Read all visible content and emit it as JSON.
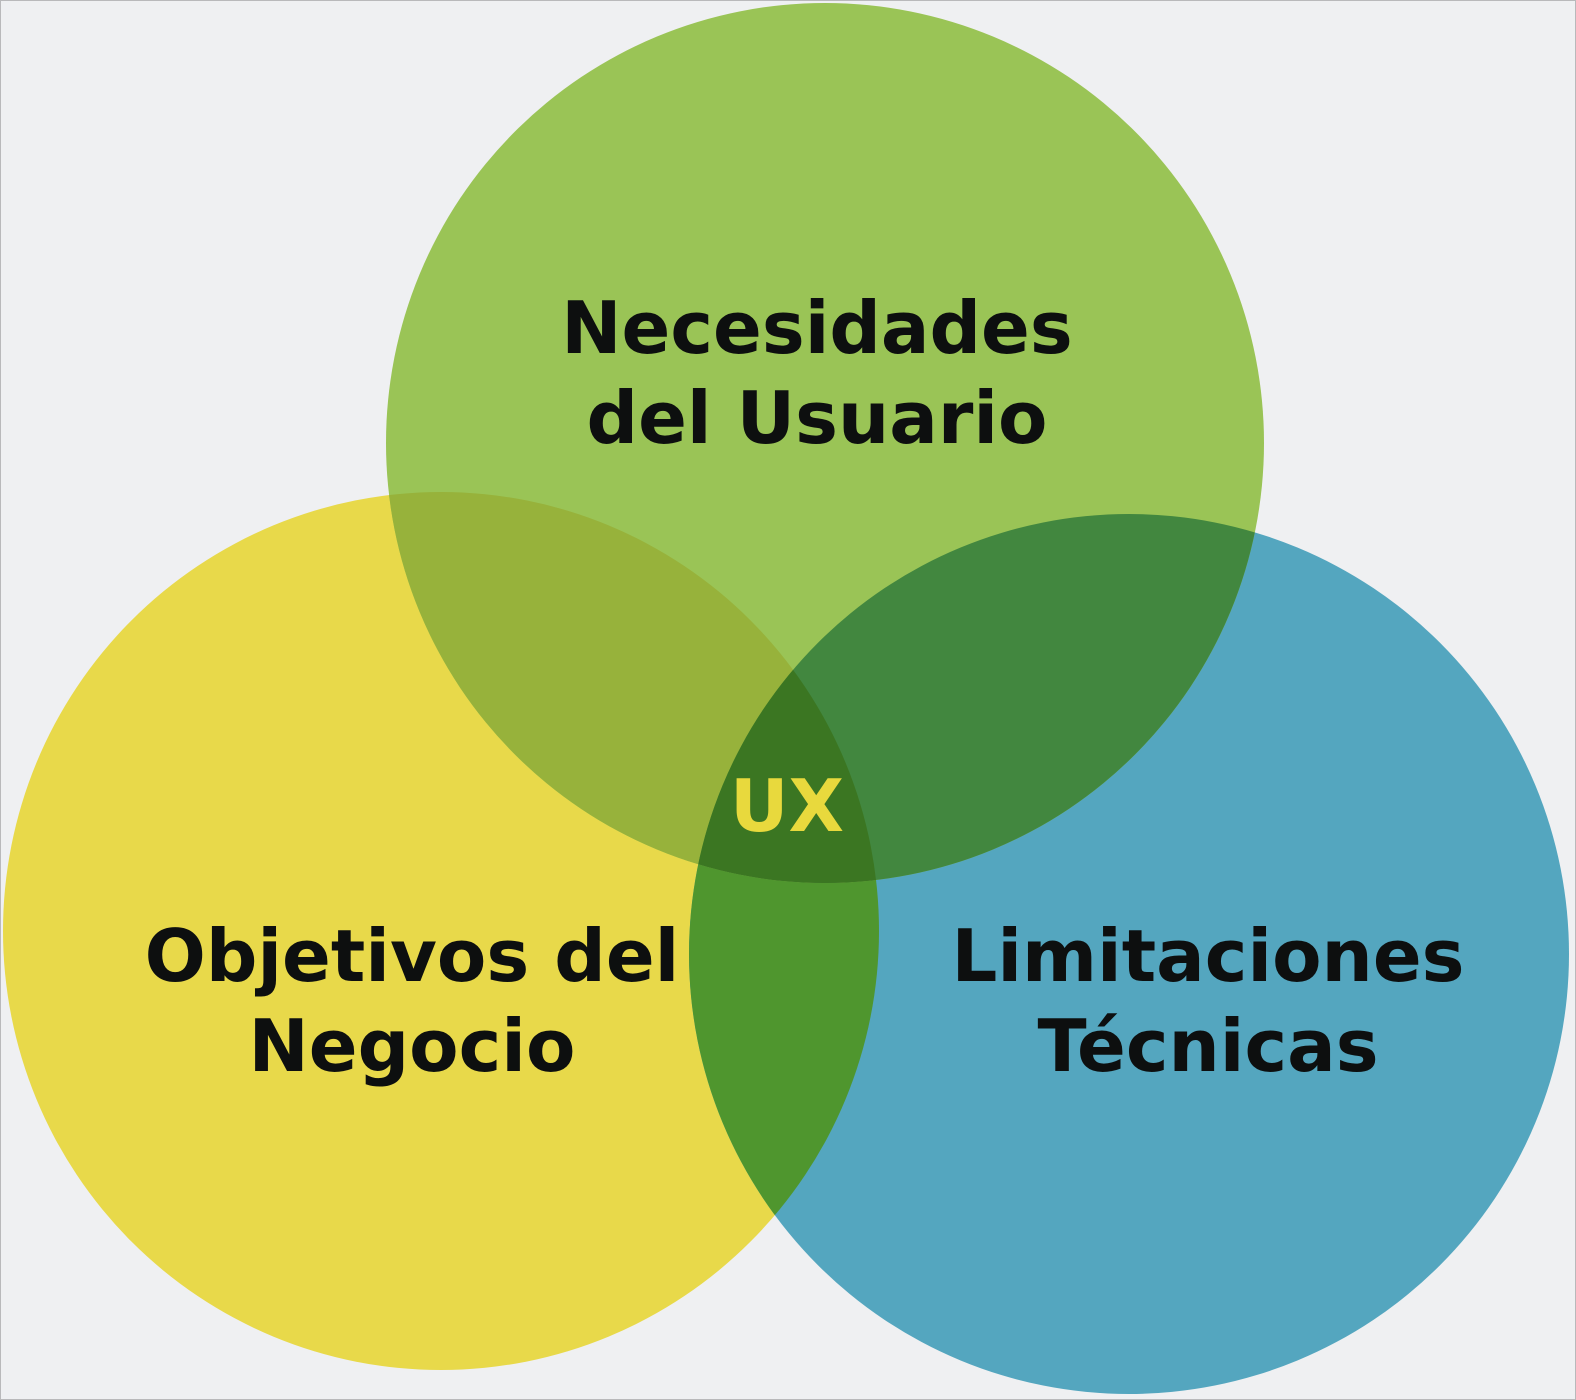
{
  "diagram": {
    "circles": [
      {
        "id": "user-needs",
        "label_lines": [
          "Necesidades",
          "del Usuario"
        ],
        "color": "#8fbf3c"
      },
      {
        "id": "business-goals",
        "label_lines": [
          "Objetivos del",
          "Negocio"
        ],
        "color": "#e8d93d"
      },
      {
        "id": "technical-limits",
        "label_lines": [
          "Limitaciones",
          "Técnicas"
        ],
        "color": "#3e95b3"
      }
    ],
    "center_label": "UX",
    "center_label_color": "#e8d93d"
  }
}
